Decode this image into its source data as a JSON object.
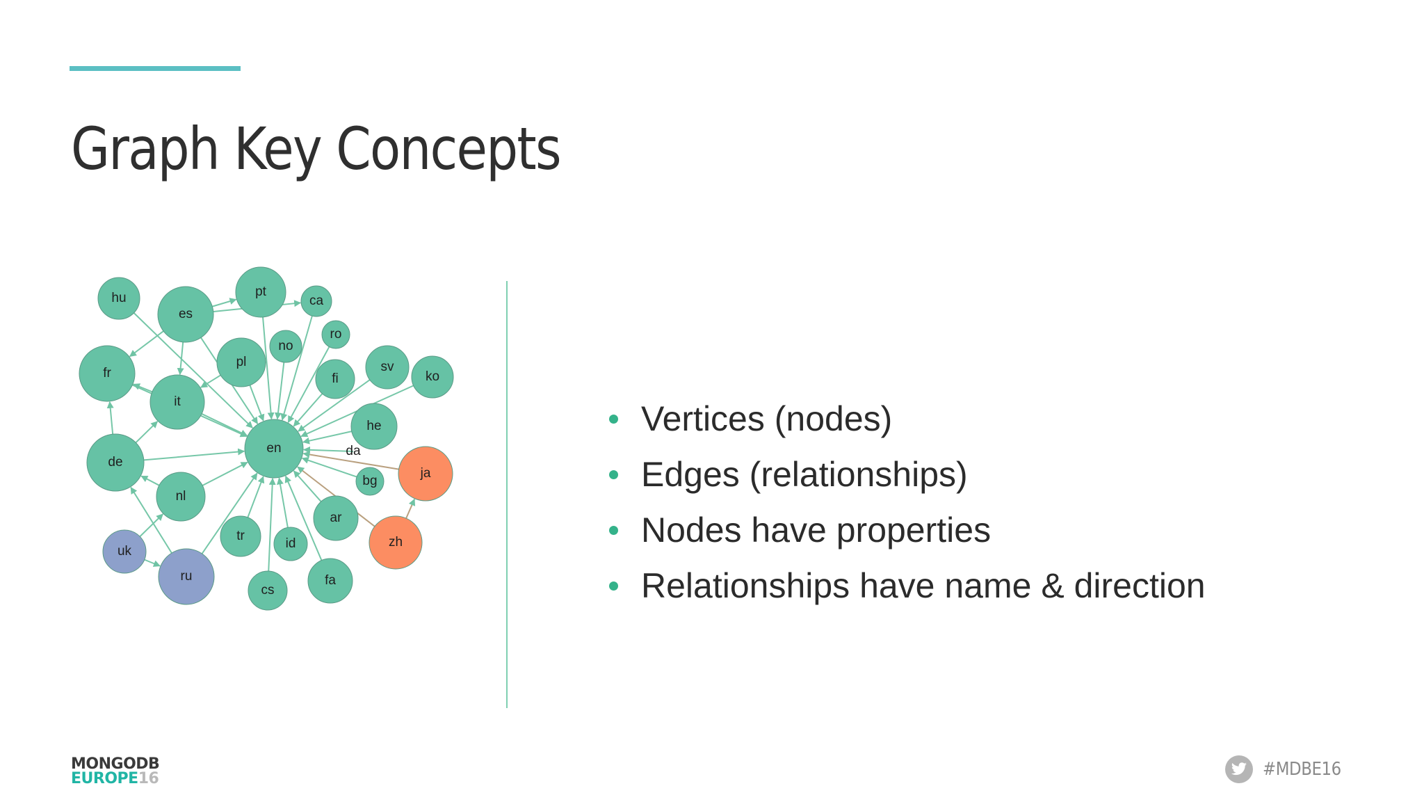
{
  "slide": {
    "title": "Graph Key Concepts",
    "accent_color": "#5bbfc3"
  },
  "bullets": [
    "Vertices (nodes)",
    "Edges (relationships)",
    "Nodes have properties",
    "Relationships have name & direction"
  ],
  "graph": {
    "colors": {
      "green": "#66c2a5",
      "blue": "#8da0cb",
      "orange": "#fc8d62"
    },
    "nodes": [
      {
        "id": "hu",
        "label": "hu",
        "color": "green"
      },
      {
        "id": "es",
        "label": "es",
        "color": "green"
      },
      {
        "id": "pt",
        "label": "pt",
        "color": "green"
      },
      {
        "id": "ca",
        "label": "ca",
        "color": "green"
      },
      {
        "id": "ro",
        "label": "ro",
        "color": "green"
      },
      {
        "id": "no",
        "label": "no",
        "color": "green"
      },
      {
        "id": "pl",
        "label": "pl",
        "color": "green"
      },
      {
        "id": "fr",
        "label": "fr",
        "color": "green"
      },
      {
        "id": "it",
        "label": "it",
        "color": "green"
      },
      {
        "id": "fi",
        "label": "fi",
        "color": "green"
      },
      {
        "id": "sv",
        "label": "sv",
        "color": "green"
      },
      {
        "id": "ko",
        "label": "ko",
        "color": "green"
      },
      {
        "id": "he",
        "label": "he",
        "color": "green"
      },
      {
        "id": "en",
        "label": "en",
        "color": "green"
      },
      {
        "id": "da",
        "label": "da",
        "color": "none"
      },
      {
        "id": "de",
        "label": "de",
        "color": "green"
      },
      {
        "id": "ja",
        "label": "ja",
        "color": "orange"
      },
      {
        "id": "bg",
        "label": "bg",
        "color": "green"
      },
      {
        "id": "nl",
        "label": "nl",
        "color": "green"
      },
      {
        "id": "ar",
        "label": "ar",
        "color": "green"
      },
      {
        "id": "uk",
        "label": "uk",
        "color": "blue"
      },
      {
        "id": "tr",
        "label": "tr",
        "color": "green"
      },
      {
        "id": "id",
        "label": "id",
        "color": "green"
      },
      {
        "id": "zh",
        "label": "zh",
        "color": "orange"
      },
      {
        "id": "ru",
        "label": "ru",
        "color": "blue"
      },
      {
        "id": "cs",
        "label": "cs",
        "color": "green"
      },
      {
        "id": "fa",
        "label": "fa",
        "color": "green"
      }
    ],
    "edges": [
      [
        "hu",
        "en"
      ],
      [
        "es",
        "en"
      ],
      [
        "pt",
        "en"
      ],
      [
        "ca",
        "en"
      ],
      [
        "ro",
        "en"
      ],
      [
        "no",
        "en"
      ],
      [
        "pl",
        "en"
      ],
      [
        "fr",
        "en"
      ],
      [
        "it",
        "en"
      ],
      [
        "fi",
        "en"
      ],
      [
        "sv",
        "en"
      ],
      [
        "ko",
        "en"
      ],
      [
        "he",
        "en"
      ],
      [
        "da",
        "en"
      ],
      [
        "de",
        "en"
      ],
      [
        "ja",
        "en"
      ],
      [
        "bg",
        "en"
      ],
      [
        "nl",
        "en"
      ],
      [
        "ar",
        "en"
      ],
      [
        "tr",
        "en"
      ],
      [
        "id",
        "en"
      ],
      [
        "zh",
        "en"
      ],
      [
        "ru",
        "en"
      ],
      [
        "cs",
        "en"
      ],
      [
        "fa",
        "en"
      ],
      [
        "uk",
        "nl"
      ],
      [
        "uk",
        "ru"
      ],
      [
        "ru",
        "de"
      ],
      [
        "es",
        "pt"
      ],
      [
        "es",
        "fr"
      ],
      [
        "es",
        "it"
      ],
      [
        "it",
        "fr"
      ],
      [
        "de",
        "fr"
      ],
      [
        "de",
        "it"
      ],
      [
        "nl",
        "de"
      ],
      [
        "zh",
        "ja"
      ],
      [
        "pl",
        "it"
      ],
      [
        "es",
        "ca"
      ]
    ]
  },
  "footer": {
    "logo_line1": "MONGODB",
    "logo_line2": "EUROPE",
    "logo_year": "16",
    "hashtag": "#MDBE16",
    "twitter_icon": "twitter-bird-icon"
  }
}
